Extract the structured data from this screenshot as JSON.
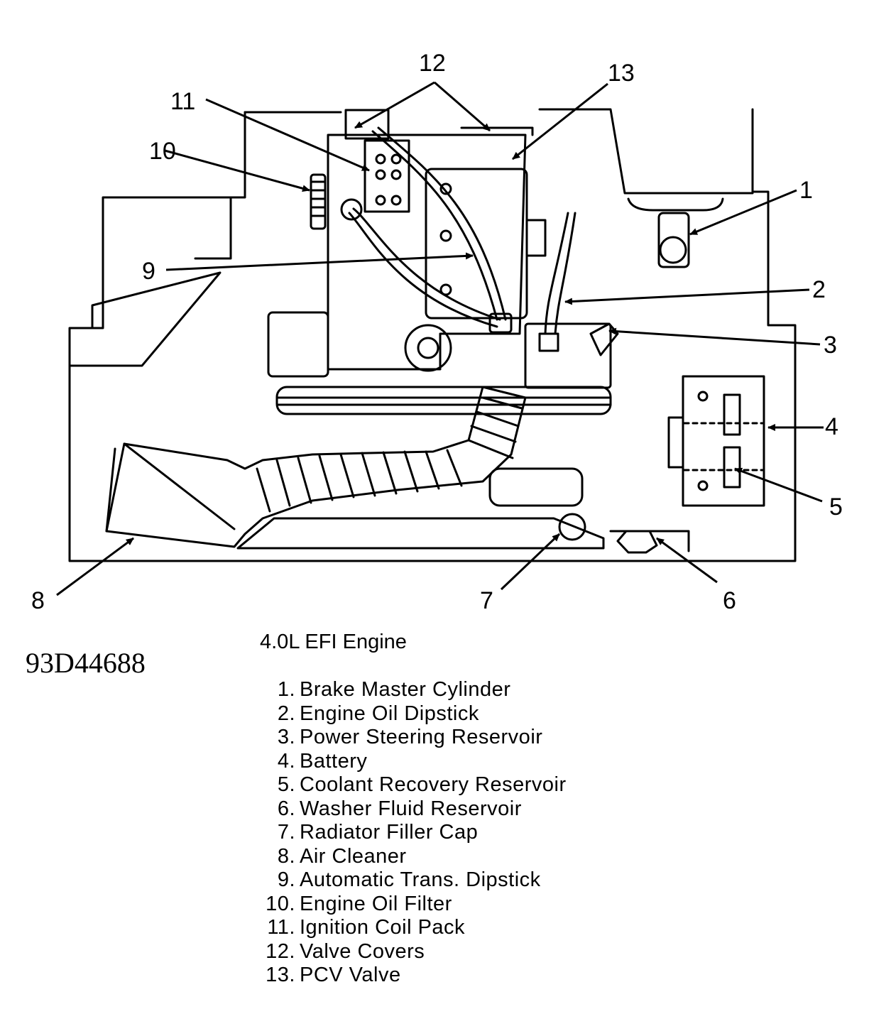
{
  "figure": {
    "id": "93D44688",
    "caption": "4.0L EFI Engine"
  },
  "callouts": [
    "1",
    "2",
    "3",
    "4",
    "5",
    "6",
    "7",
    "8",
    "9",
    "10",
    "11",
    "12",
    "13"
  ],
  "legend": [
    {
      "number": "1.",
      "label": "Brake Master Cylinder"
    },
    {
      "number": "2.",
      "label": "Engine Oil Dipstick"
    },
    {
      "number": "3.",
      "label": "Power Steering Reservoir"
    },
    {
      "number": "4.",
      "label": "Battery"
    },
    {
      "number": "5.",
      "label": "Coolant Recovery Reservoir"
    },
    {
      "number": "6.",
      "label": "Washer Fluid Reservoir"
    },
    {
      "number": "7.",
      "label": "Radiator Filler Cap"
    },
    {
      "number": "8.",
      "label": "Air Cleaner"
    },
    {
      "number": "9.",
      "label": "Automatic Trans. Dipstick"
    },
    {
      "number": "10.",
      "label": "Engine Oil Filter"
    },
    {
      "number": "11.",
      "label": "Ignition Coil Pack"
    },
    {
      "number": "12.",
      "label": "Valve Covers"
    },
    {
      "number": "13.",
      "label": "PCV Valve"
    }
  ]
}
